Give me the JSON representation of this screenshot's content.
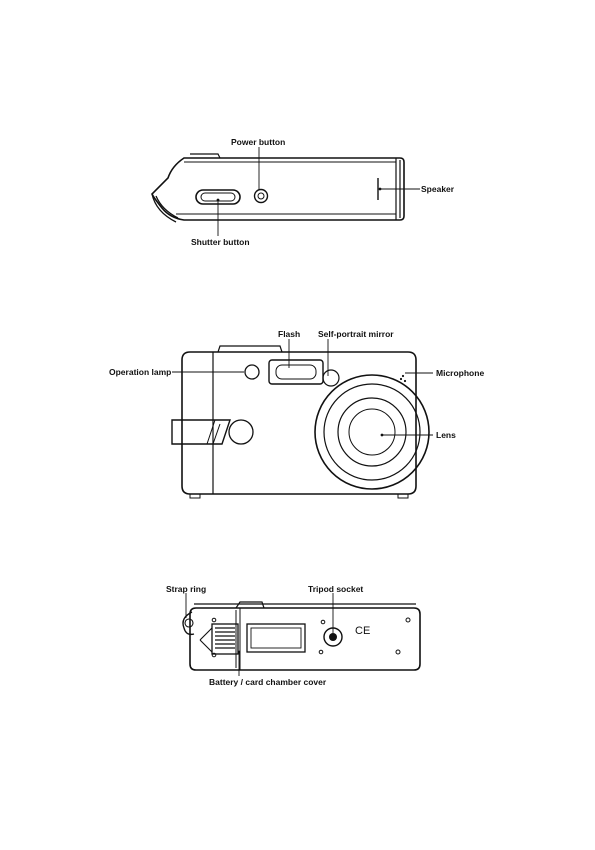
{
  "top_view": {
    "power_button": "Power button",
    "speaker": "Speaker",
    "shutter_button": "Shutter button"
  },
  "front_view": {
    "flash": "Flash",
    "self_portrait_mirror": "Self-portrait mirror",
    "operation_lamp": "Operation lamp",
    "microphone": "Microphone",
    "lens": "Lens"
  },
  "bottom_view": {
    "strap_ring": "Strap ring",
    "tripod_socket": "Tripod socket",
    "ce_mark": "CE",
    "battery_cover": "Battery / card chamber cover"
  }
}
